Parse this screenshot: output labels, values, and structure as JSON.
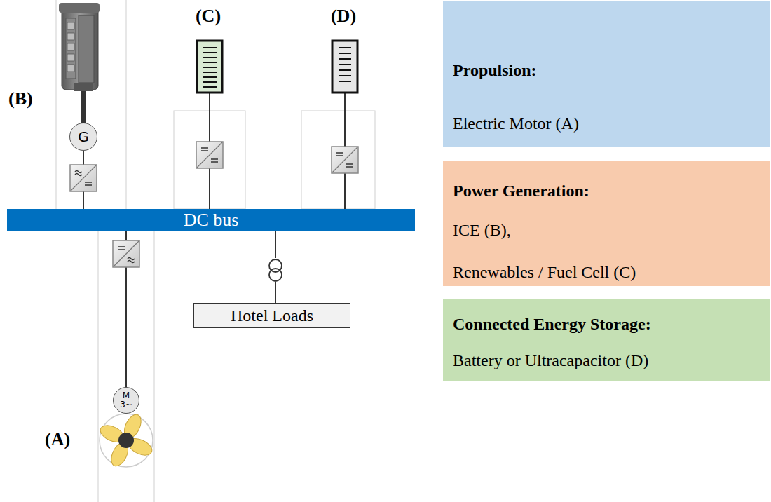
{
  "diagram": {
    "nodes": [
      {
        "text": [
          "G"
        ]
      },
      {
        "text": [
          "DC bus"
        ]
      },
      {
        "text": [
          "Hotel Loads"
        ]
      },
      {
        "text": [
          "M",
          "3~"
        ]
      },
      {
        "text": [
          "Propulsion:",
          "Electric Motor (A)"
        ]
      },
      {
        "text": [
          "Power Generation:",
          "ICE (B),",
          "Renewables / Fuel Cell (C)"
        ]
      },
      {
        "text": [
          "Connected Energy Storage:",
          "Battery or Ultracapacitor (D)"
        ]
      }
    ],
    "edges": [
      {
        "from": 0,
        "to": 1,
        "arrow": "none"
      },
      {
        "from": 1,
        "to": 3,
        "arrow": "none"
      },
      {
        "from": 1,
        "to": 2,
        "arrow": "none"
      }
    ],
    "labels": [
      "(B)",
      "(C)",
      "(D)",
      "(A)"
    ]
  }
}
